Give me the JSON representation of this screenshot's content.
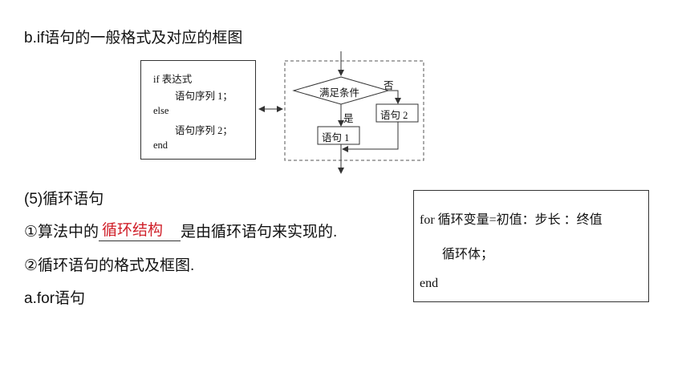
{
  "heading_if": "b.if语句的一般格式及对应的框图",
  "if_code": {
    "line1": "if  表达式",
    "line2": "语句序列 1；",
    "line3": "else",
    "line4": "语句序列 2；",
    "line5": "end"
  },
  "flowchart": {
    "condition": "满足条件",
    "no_label": "否",
    "yes_label": "是",
    "stmt1": "语句 1",
    "stmt2": "语句 2"
  },
  "section5": "(5)循环语句",
  "item1": {
    "before": "①算法中的",
    "answer": "循环结构",
    "after": "是由循环语句来实现的."
  },
  "item2": "②循环语句的格式及框图.",
  "heading_for": "a.for语句",
  "for_code": {
    "line1": "for 循环变量=初值：步长 ：终值",
    "line2": "循环体；",
    "line3": "end"
  }
}
